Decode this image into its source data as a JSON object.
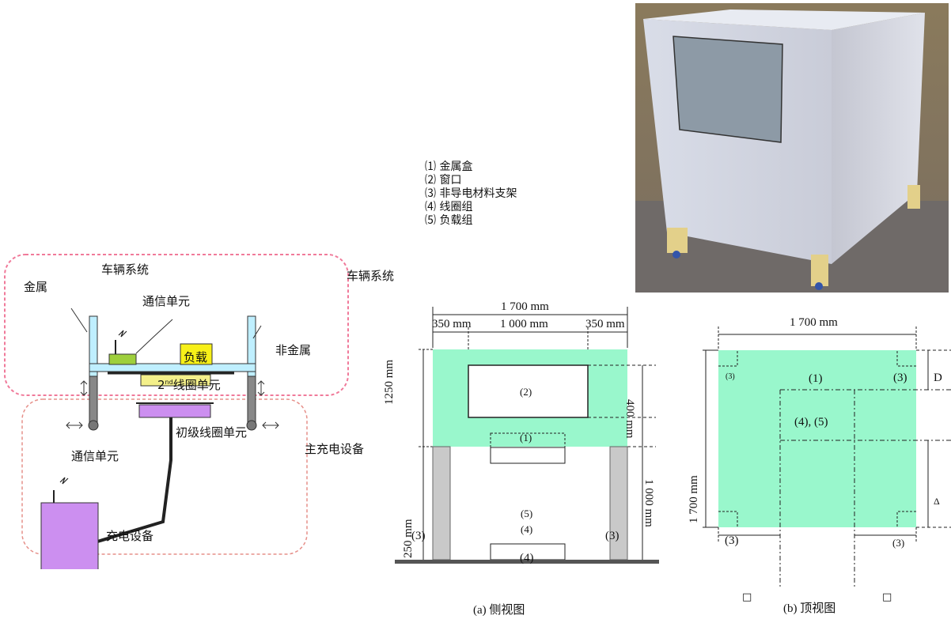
{
  "left": {
    "vehicle_system_label": "车辆系统",
    "vehicle_system_label_outer": "车辆系统",
    "metal": "金属",
    "comm_unit_top": "通信单元",
    "load": "负载",
    "non_metal": "非金属",
    "second_coil_prefix": "2",
    "second_coil_sup": "nd",
    "second_coil_suffix": "线圈单元",
    "primary_coil": "初级线圈单元",
    "comm_unit_bottom": "通信单元",
    "main_charger": "主充电设备",
    "charger": "充电设备"
  },
  "legend": {
    "items": [
      "⑴ 金属盒",
      "⑵ 窗口",
      "⑶ 非导电材料支架",
      "⑷ 线圈组",
      "⑸ 负载组"
    ]
  },
  "side_view": {
    "caption": "(a) 侧视图",
    "width_total": "1 700 mm",
    "left_offset": "350 mm",
    "window_width": "1 000 mm",
    "right_offset": "350 mm",
    "height_box": "1250 mm",
    "window_height": "400 mm",
    "lower_height": "1 000 mm",
    "support_height": "250 mm",
    "label_1": "(1)",
    "label_2": "(2)",
    "label_3_left": "(3)",
    "label_3_right": "(3)",
    "label_4_top": "(4)",
    "label_4_bottom": "(4)",
    "label_5": "(5)"
  },
  "top_view": {
    "caption": "(b) 顶视图",
    "width_total": "1 700 mm",
    "height_total": "1 700 mm",
    "label_D": "D",
    "label_delta": "Δ",
    "label_1": "(1)",
    "label_45": "(4), (5)",
    "label_3_tl": "(3)",
    "label_3_tr": "(3)",
    "label_3_bl": "(3)",
    "label_3_br": "(3)",
    "box_glyph_left": "□",
    "box_glyph_right": "□"
  },
  "colors": {
    "box_fill": "#99f7cc",
    "pink_dash": "#f07a9a",
    "support_gray": "#c9c9c9",
    "charger_purple": "#cc8ff0",
    "load_yellow": "#f7f018",
    "comm_green": "#9ecf3c",
    "frame_blue": "#bfefff"
  }
}
